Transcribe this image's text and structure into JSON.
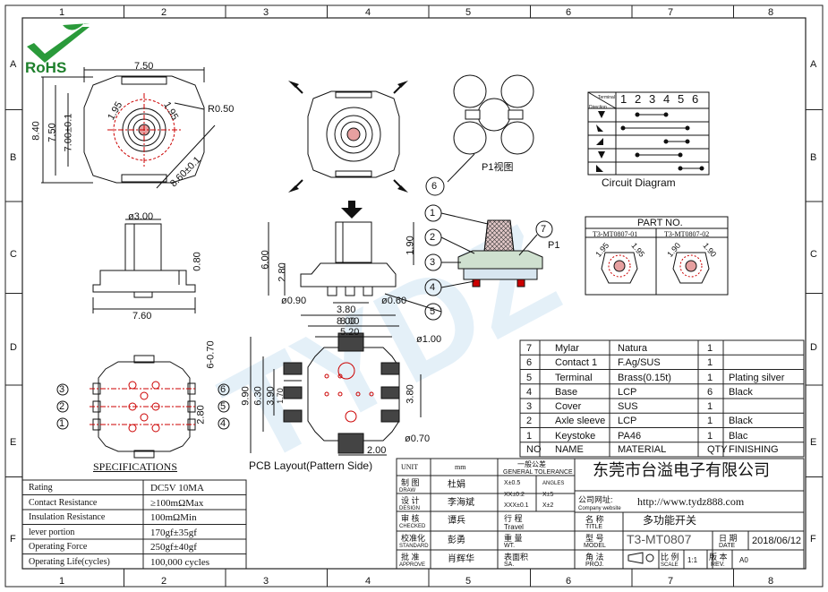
{
  "grid": {
    "columns": [
      "1",
      "2",
      "3",
      "4",
      "5",
      "6",
      "7",
      "8"
    ],
    "rows": [
      "A",
      "B",
      "C",
      "D",
      "E",
      "F"
    ]
  },
  "logo": {
    "text": "RoHS"
  },
  "watermark": {
    "text": "TYDZ"
  },
  "top_view": {
    "dims": [
      "7.50",
      "8.40",
      "7.50",
      "7.00±0.1",
      "1.95",
      "1.95",
      "R0.50",
      "8.60±0.1"
    ]
  },
  "side_view": {
    "dims": [
      "ø3.00",
      "0.80",
      "7.60"
    ]
  },
  "direction_view": {},
  "side_view_2": {
    "dims": [
      "6.00",
      "2.80",
      "1.90",
      "ø0.90",
      "3.80",
      "ø0.60",
      "8.00"
    ]
  },
  "p1_view": {
    "label": "P1视图",
    "callout": "6"
  },
  "section_view": {
    "callouts": [
      "1",
      "2",
      "3",
      "4",
      "7",
      "5"
    ],
    "p1": "P1"
  },
  "circuit": {
    "header_terminal": "Terminal",
    "header_direction": "Direction",
    "terminals": [
      "1",
      "2",
      "3",
      "4",
      "5",
      "6"
    ],
    "caption": "Circuit Diagram"
  },
  "part_no": {
    "title": "PART NO.",
    "parts": [
      {
        "code": "T3-MT0807-01",
        "a": "1.95",
        "b": "1.95"
      },
      {
        "code": "T3-MT0807-02",
        "a": "1.90",
        "b": "1.90"
      }
    ]
  },
  "bottom_view": {
    "dims": [
      "6-0.70",
      "2.80"
    ],
    "pins_left": [
      "3",
      "2",
      "1"
    ],
    "pins_right": [
      "6",
      "5",
      "4"
    ],
    "caption": "SPECIFICATIONS"
  },
  "pcb_layout": {
    "dims": [
      "8.00",
      "5.20",
      "ø1.00",
      "9.90",
      "6.30",
      "3.90",
      "1.70",
      "3.80",
      "ø0.70",
      "2.00"
    ],
    "caption": "PCB Layout(Pattern Side)"
  },
  "bom": {
    "rows": [
      {
        "no": "7",
        "name": "Mylar",
        "material": "Natura",
        "qty": "1",
        "finish": ""
      },
      {
        "no": "6",
        "name": "Contact 1",
        "material": "F.Ag/SUS",
        "qty": "1",
        "finish": ""
      },
      {
        "no": "5",
        "name": "Terminal",
        "material": "Brass(0.15t)",
        "qty": "1",
        "finish": "Plating silver"
      },
      {
        "no": "4",
        "name": "Base",
        "material": "LCP",
        "qty": "6",
        "finish": "Black"
      },
      {
        "no": "3",
        "name": "Cover",
        "material": "SUS",
        "qty": "1",
        "finish": ""
      },
      {
        "no": "2",
        "name": "Axle sleeve",
        "material": "LCP",
        "qty": "1",
        "finish": "Black"
      },
      {
        "no": "1",
        "name": "Keystoke",
        "material": "PA46",
        "qty": "1",
        "finish": "Blac"
      }
    ],
    "header": {
      "no": "NO",
      "name": "NAME",
      "material": "MATERIAL",
      "qty": "QTY",
      "finish": "FINISHING"
    }
  },
  "specs": [
    {
      "label": "Rating",
      "value": "DC5V 10MA"
    },
    {
      "label": "Contact Resistance",
      "value": "≥100mΩMax"
    },
    {
      "label": "Insulation Resistance",
      "value": "100mΩMin"
    },
    {
      "label": "lever portion",
      "value": "170gf±35gf"
    },
    {
      "label": "Operating Force",
      "value": "250gf±40gf"
    },
    {
      "label": "Operating Life(cycles)",
      "value": "100,000 cycles"
    }
  ],
  "title_block": {
    "unit_label": "UNIT",
    "unit_value": "mm",
    "rows": [
      {
        "cn": "制 图",
        "en": "DRAW",
        "name": "杜娟"
      },
      {
        "cn": "设 计",
        "en": "DESIGN",
        "name": "李海斌"
      },
      {
        "cn": "审 核",
        "en": "CHECKED",
        "name": "谭兵"
      },
      {
        "cn": "校准化",
        "en": "STANDARD",
        "name": "彭勇"
      },
      {
        "cn": "批 准",
        "en": "APPROVE",
        "name": "肖辉华"
      }
    ],
    "tolerance": {
      "title_cn": "一般公差",
      "title_en": "GENERAL TOLERANCE",
      "rows": [
        [
          "X±0.5",
          "ANGLES"
        ],
        [
          "XX±0.2",
          "X±5"
        ],
        [
          "XXX±0.1",
          "X±2"
        ]
      ]
    },
    "process_cn": "行 程",
    "process_en": "Travel",
    "weight_cn": "重 量",
    "weight_en": "WT.",
    "surface_cn": "表面积",
    "surface_en": "SA.",
    "company": "东莞市台溢电子有限公司",
    "website_label_cn": "公司网址:",
    "website_label_en": "Company website",
    "website": "http://www.tydz888.com",
    "title_cn": "名 称",
    "title_en": "TITLE",
    "title_value": "多功能开关",
    "model_cn": "型 号",
    "model_en": "MODEL",
    "model_value": "T3-MT0807",
    "date_cn": "日 期",
    "date_en": "DATE",
    "date_value": "2018/06/12",
    "angle_cn": "角 法",
    "angle_en": "PROJ.",
    "scale_cn": "比 例",
    "scale_en": "SCALE",
    "scale_value": "1:1",
    "rev_cn": "版 本",
    "rev_en": "REV.",
    "rev_value": "A0"
  }
}
